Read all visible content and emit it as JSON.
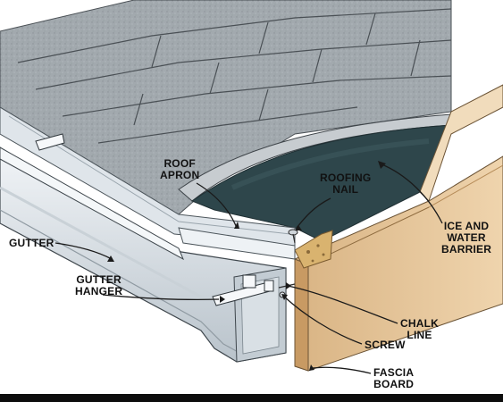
{
  "labels": {
    "roof_apron": [
      "ROOF",
      "APRON"
    ],
    "roofing_nail": [
      "ROOFING",
      "NAIL"
    ],
    "ice_and_water_barrier": [
      "ICE AND",
      "WATER",
      "BARRIER"
    ],
    "gutter": [
      "GUTTER"
    ],
    "gutter_hanger": [
      "GUTTER",
      "HANGER"
    ],
    "chalk_line": [
      "CHALK",
      "LINE"
    ],
    "screw": [
      "SCREW"
    ],
    "fascia_board": [
      "FASCIA",
      "BOARD"
    ]
  },
  "colors": {
    "shingle": "#9fa6ab",
    "shingle_dark": "#7f878c",
    "barrier": "#2e464b",
    "fascia": "#e7c79e",
    "fascia_edge": "#c89a63",
    "metal": "#dfe5ea",
    "metal_shade": "#aab4bc",
    "line": "#1a1a1a"
  }
}
